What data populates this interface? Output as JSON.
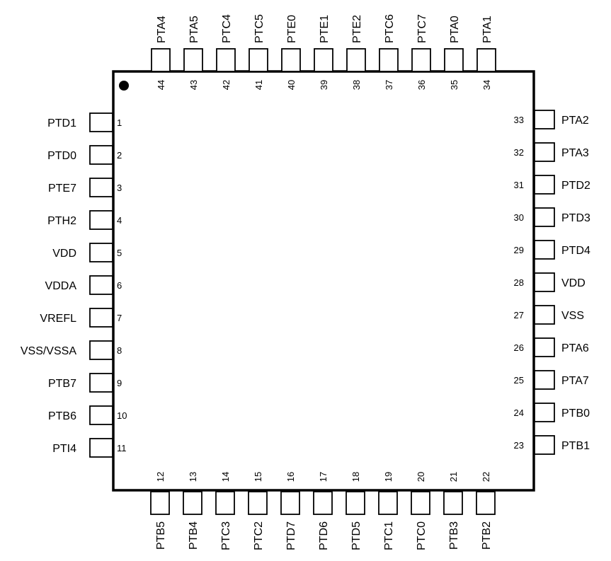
{
  "package": {
    "pin1_marker": "filled-dot",
    "body_color": "#ffffff",
    "line_color": "#000000"
  },
  "pins": {
    "left": [
      {
        "num": "1",
        "name": "PTD1"
      },
      {
        "num": "2",
        "name": "PTD0"
      },
      {
        "num": "3",
        "name": "PTE7"
      },
      {
        "num": "4",
        "name": "PTH2"
      },
      {
        "num": "5",
        "name": "VDD"
      },
      {
        "num": "6",
        "name": "VDDA"
      },
      {
        "num": "7",
        "name": "VREFL"
      },
      {
        "num": "8",
        "name": "VSS/VSSA"
      },
      {
        "num": "9",
        "name": "PTB7"
      },
      {
        "num": "10",
        "name": "PTB6"
      },
      {
        "num": "11",
        "name": "PTI4"
      }
    ],
    "bottom": [
      {
        "num": "12",
        "name": "PTB5"
      },
      {
        "num": "13",
        "name": "PTB4"
      },
      {
        "num": "14",
        "name": "PTC3"
      },
      {
        "num": "15",
        "name": "PTC2"
      },
      {
        "num": "16",
        "name": "PTD7"
      },
      {
        "num": "17",
        "name": "PTD6"
      },
      {
        "num": "18",
        "name": "PTD5"
      },
      {
        "num": "19",
        "name": "PTC1"
      },
      {
        "num": "20",
        "name": "PTC0"
      },
      {
        "num": "21",
        "name": "PTB3"
      },
      {
        "num": "22",
        "name": "PTB2"
      }
    ],
    "right": [
      {
        "num": "23",
        "name": "PTB1"
      },
      {
        "num": "24",
        "name": "PTB0"
      },
      {
        "num": "25",
        "name": "PTA7"
      },
      {
        "num": "26",
        "name": "PTA6"
      },
      {
        "num": "27",
        "name": "VSS"
      },
      {
        "num": "28",
        "name": "VDD"
      },
      {
        "num": "29",
        "name": "PTD4"
      },
      {
        "num": "30",
        "name": "PTD3"
      },
      {
        "num": "31",
        "name": "PTD2"
      },
      {
        "num": "32",
        "name": "PTA3"
      },
      {
        "num": "33",
        "name": "PTA2"
      }
    ],
    "top": [
      {
        "num": "34",
        "name": "PTA1"
      },
      {
        "num": "35",
        "name": "PTA0"
      },
      {
        "num": "36",
        "name": "PTC7"
      },
      {
        "num": "37",
        "name": "PTC6"
      },
      {
        "num": "38",
        "name": "PTE2"
      },
      {
        "num": "39",
        "name": "PTE1"
      },
      {
        "num": "40",
        "name": "PTE0"
      },
      {
        "num": "41",
        "name": "PTC5"
      },
      {
        "num": "42",
        "name": "PTC4"
      },
      {
        "num": "43",
        "name": "PTA5"
      },
      {
        "num": "44",
        "name": "PTA4"
      }
    ]
  }
}
